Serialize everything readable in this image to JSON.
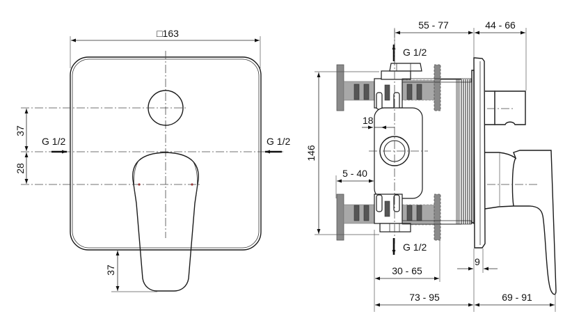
{
  "drawing": {
    "type": "technical-drawing",
    "subject": "concealed bath/shower mixer with diverter",
    "front_view": {
      "plate_size_label": "□163",
      "inlet_left_label": "G 1/2",
      "inlet_right_label": "G 1/2",
      "dim_upper_label": "37",
      "dim_lower_label": "28",
      "handle_projection_label": "37"
    },
    "side_view": {
      "outlet_top_label": "G 1/2",
      "outlet_bottom_label": "G 1/2",
      "height_label": "146",
      "body_offset_label": "18",
      "stem_range_label": "5 - 40",
      "wall_depth_top_label": "55 - 77",
      "projection_top_label": "44 - 66",
      "flange_label": "30 - 65",
      "plate_thickness_label": "9",
      "installation_depth_label": "73 - 95",
      "handle_projection_label": "69 - 91"
    }
  },
  "colors": {
    "line": "#1a1a1a",
    "grey_parts": "#8a8a8a",
    "background": "#ffffff"
  }
}
